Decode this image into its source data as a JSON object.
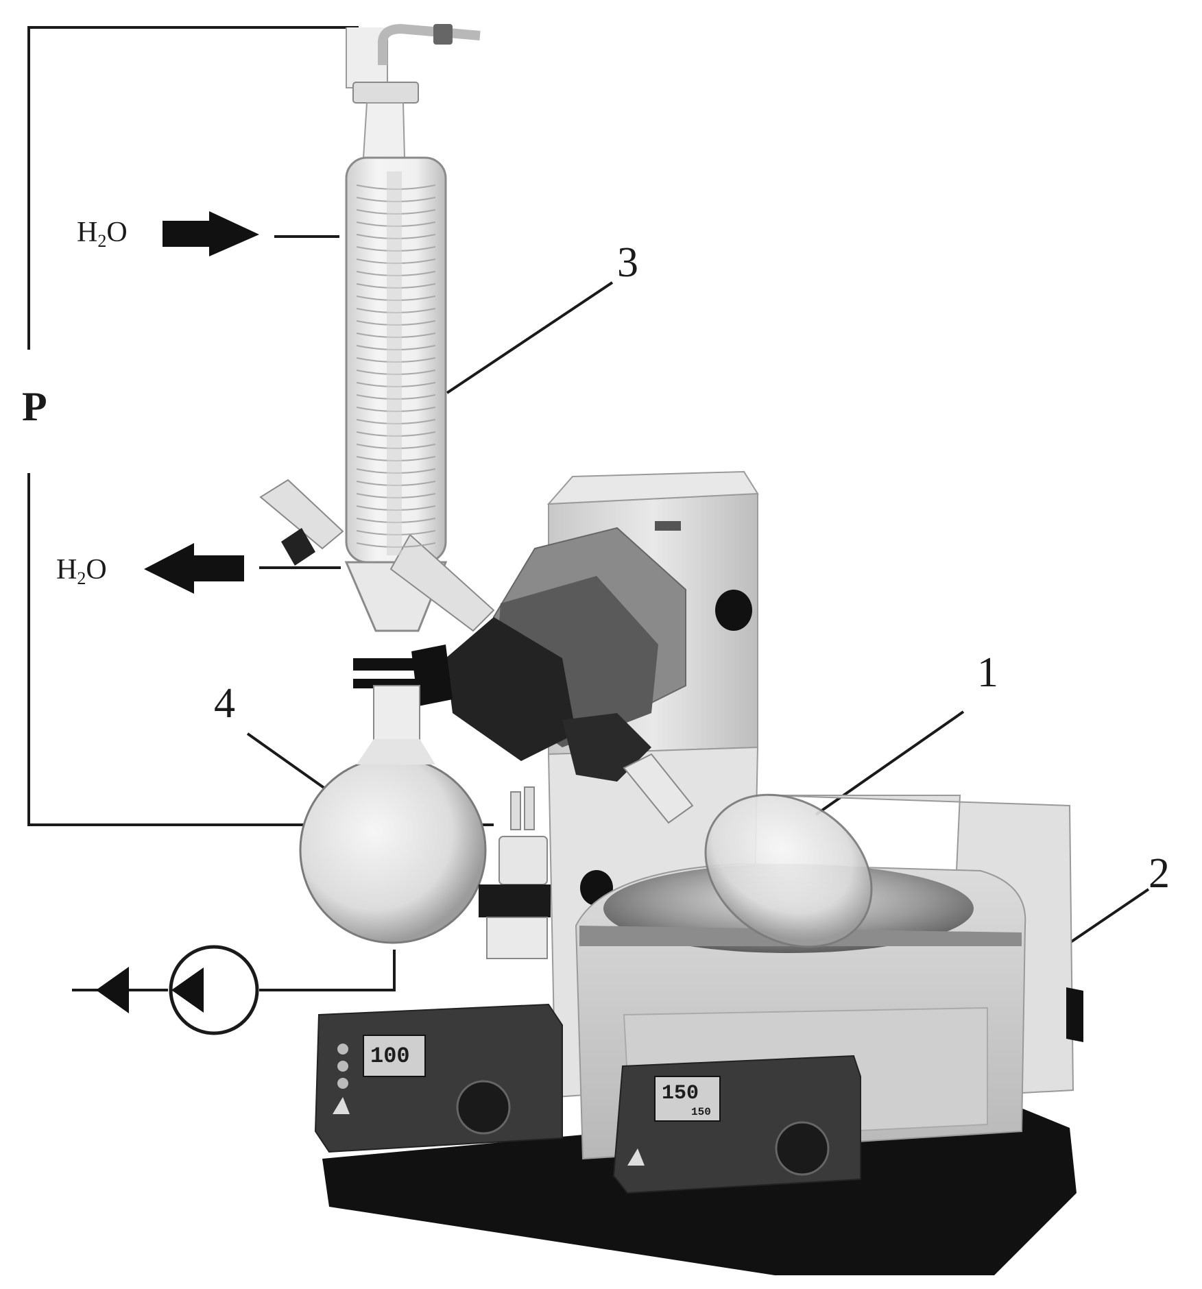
{
  "labels": {
    "n1": "1",
    "n2": "2",
    "n3": "3",
    "n4": "4",
    "p": "P",
    "h2o_in": "H",
    "h2o_out": "H",
    "h2o_sub": "2",
    "h2o_o": "O"
  },
  "displays": {
    "rotation_value": "100",
    "bath_setpoint": "150",
    "bath_actual": "150"
  },
  "colors": {
    "background": "#ffffff",
    "line": "#1a1a1a",
    "device_light": "#d9d9d9",
    "device_dark": "#444444",
    "base": "#111111"
  }
}
